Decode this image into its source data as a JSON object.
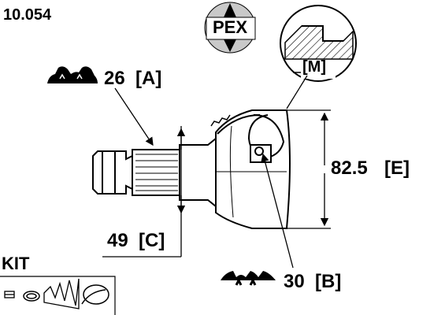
{
  "part_number": "10.054",
  "brand": {
    "name": "PEX"
  },
  "dimensions": {
    "spline_outer": {
      "value": "26",
      "code": "[A]"
    },
    "spline_inner": {
      "value": "30",
      "code": "[B]"
    },
    "shaft_length": {
      "value": "49",
      "code": "[C]"
    },
    "housing_diameter": {
      "value": "82.5",
      "code": "[E]"
    }
  },
  "detail_label": "[M]",
  "kit": {
    "label": "KIT"
  }
}
